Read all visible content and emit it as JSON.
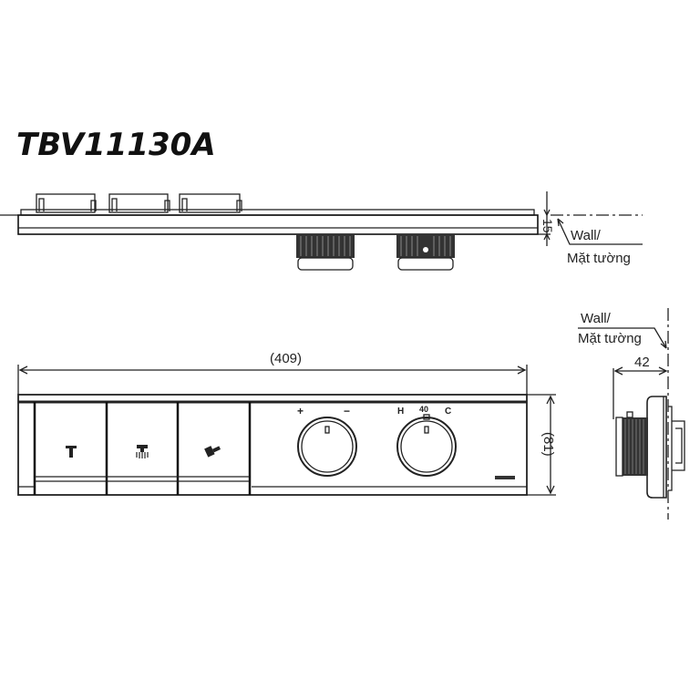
{
  "title": "TBV11130A",
  "top_view": {
    "dim_depth": "15",
    "wall_label_1": "Wall/",
    "wall_label_2": "Mặt tường"
  },
  "front_view": {
    "dim_width": "(409)",
    "dim_height": "(81)",
    "dial_plus": "+",
    "dial_minus": "−",
    "dial_hot": "H",
    "dial_temp": "40",
    "dial_cold": "C",
    "buttons": [
      {
        "icon": "faucet-icon"
      },
      {
        "icon": "shower-head-icon"
      },
      {
        "icon": "hand-shower-icon"
      }
    ]
  },
  "side_view": {
    "dim_projection": "42",
    "wall_label_1": "Wall/",
    "wall_label_2": "Mặt tường"
  }
}
